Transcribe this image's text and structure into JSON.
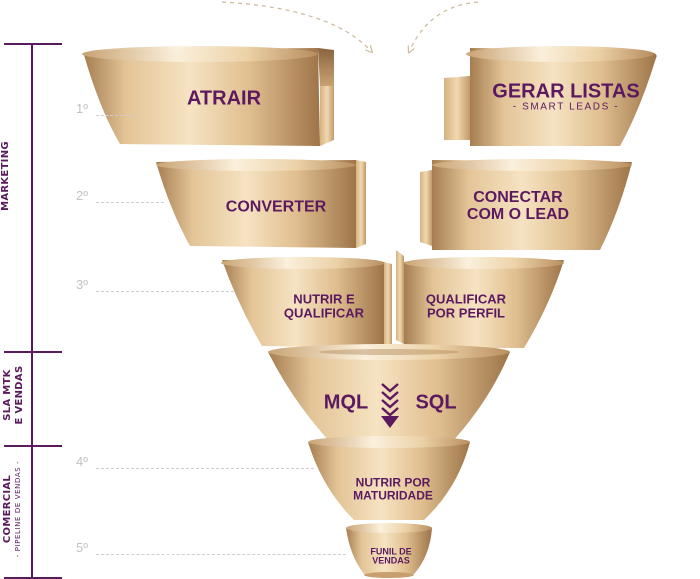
{
  "phases": {
    "marketing": "MARKETING",
    "sla_line1": "SLA MTK",
    "sla_line2": "E VENDAS",
    "comercial": "COMERCIAL",
    "comercial_sub": "- PIPELINE DE VENDAS -"
  },
  "steps": [
    "1º",
    "2º",
    "3º",
    "4º",
    "5º"
  ],
  "funnel": {
    "tier1": {
      "left": "ATRAIR",
      "right": "GERAR LISTAS",
      "right_sub": "- SMART LEADS -"
    },
    "tier2": {
      "left": "CONVERTER",
      "right_line1": "CONECTAR",
      "right_line2": "COM O LEAD"
    },
    "tier3": {
      "left_line1": "NUTRIR E",
      "left_line2": "QUALIFICAR",
      "right_line1": "QUALIFICAR",
      "right_line2": "POR PERFIL"
    },
    "tier4": {
      "left": "MQL",
      "right": "SQL"
    },
    "tier5": {
      "line1": "NUTRIR POR",
      "line2": "MATURIDADE"
    },
    "tier6": {
      "line1": "FUNIL DE",
      "line2": "VENDAS"
    }
  },
  "colors": {
    "text": "#5b1a60",
    "rail": "#5a1a5e",
    "gold_light": "#f3dcb6",
    "gold_mid": "#d8b586",
    "gold_dark": "#9a7248"
  }
}
